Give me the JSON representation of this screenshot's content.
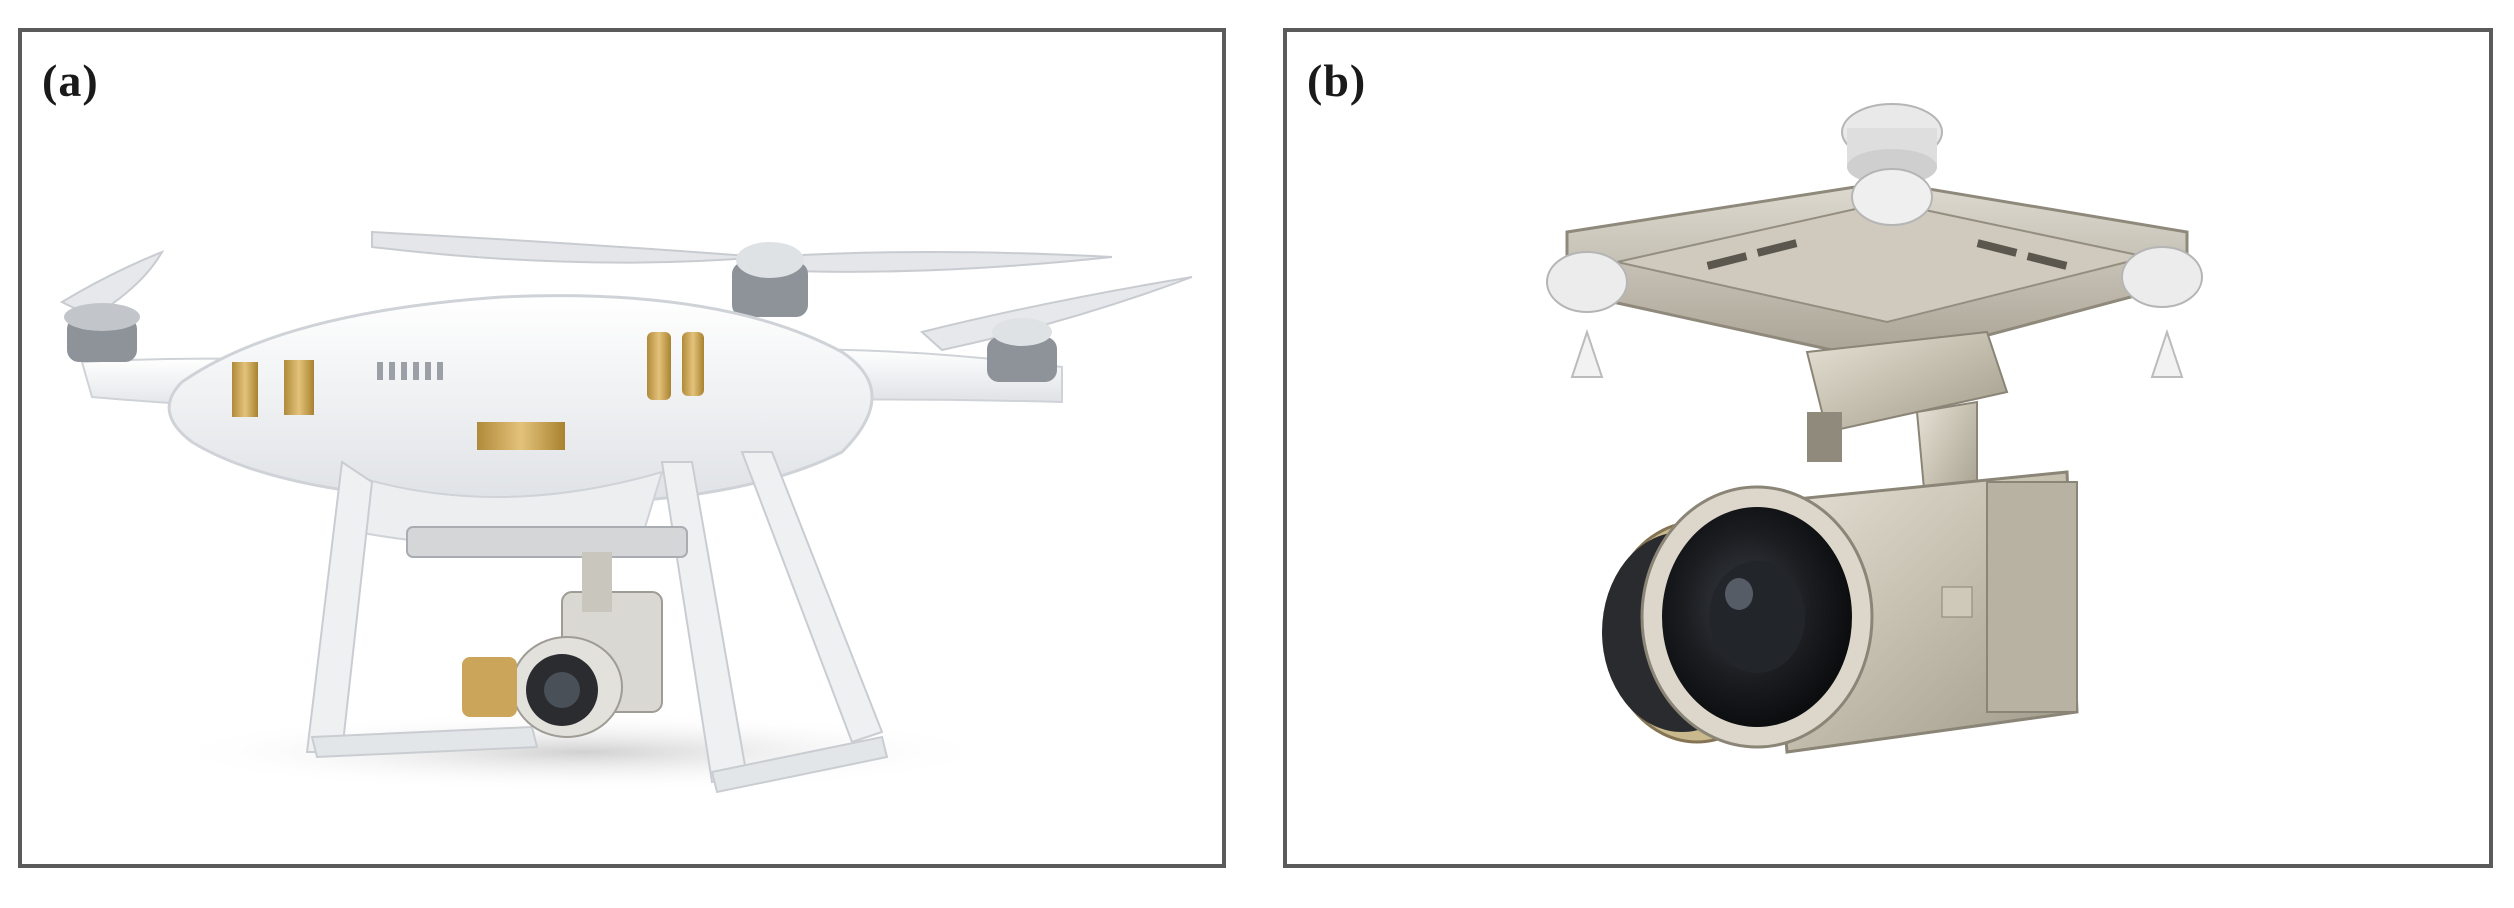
{
  "figure": {
    "panels": [
      {
        "label": "(a)",
        "subject": "quadcopter-drone",
        "body_color": "#f4f5f6",
        "accent_color": "#c9a24e"
      },
      {
        "label": "(b)",
        "subject": "gimbal-camera",
        "body_color": "#c9c3b4",
        "accent_color": "#8a7a55"
      }
    ]
  }
}
